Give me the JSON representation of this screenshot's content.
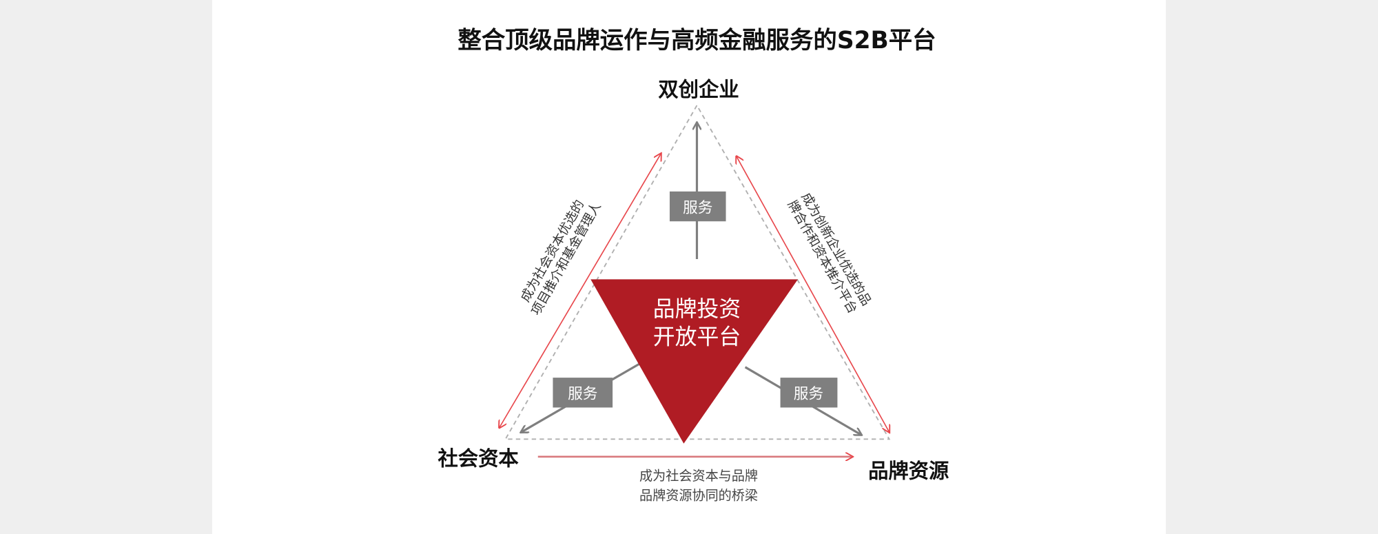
{
  "title": "整合顶级品牌运作与高频金融服务的S2B平台",
  "nodes": {
    "top": "双创企业",
    "left": "社会资本",
    "right": "品牌资源"
  },
  "center": {
    "line1": "品牌投资",
    "line2": "开放平台"
  },
  "service_label": "服务",
  "edges": {
    "left_line1": "成为社会资本优选的",
    "left_line2": "项目推介和基金管理人",
    "right_line1": "成为创新企业优选的品",
    "right_line2": "牌合作和资本推介平台",
    "bottom_line1": "成为社会资本与品牌",
    "bottom_line2": "品牌资源协同的桥梁"
  },
  "colors": {
    "accent_red": "#b01c24",
    "arrow_red": "#e8474c",
    "service_gray": "#7f7f7f",
    "dash_gray": "#b0b0b0"
  }
}
